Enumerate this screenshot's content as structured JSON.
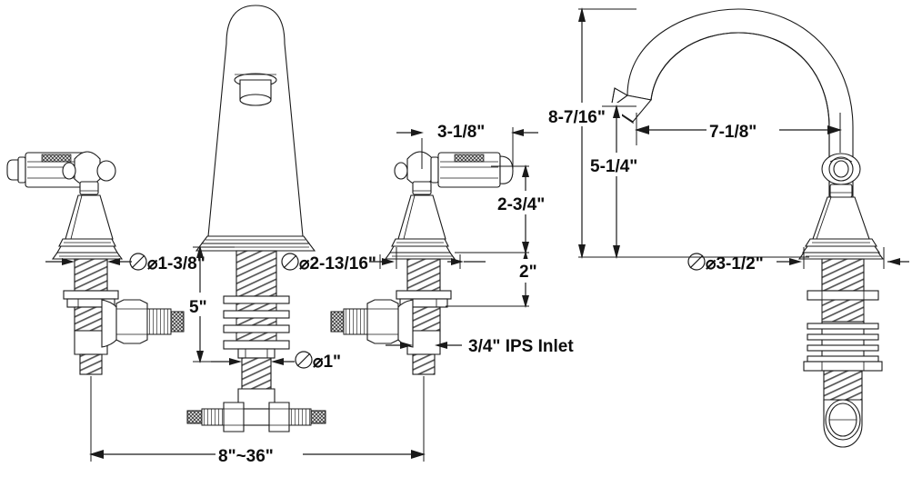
{
  "drawing": {
    "title": "Widespread Roman Tub Faucet Dimensional Drawing",
    "type": "technical-line-drawing",
    "background_color": "#ffffff",
    "line_color": "#1a1a1a",
    "hatch_color": "#6f6f6f"
  },
  "dimensions": {
    "handle_shank_diameter": "⌀1-3/8\"",
    "spout_shank_diameter": "⌀2-13/16\"",
    "spout_base_diameter": "⌀3-1/2\"",
    "center_shank_lower_diameter": "⌀1\"",
    "handle_offset_horizontal": "3-1/8\"",
    "handle_height_upper": "2-3/4\"",
    "handle_height_lower": "2\"",
    "center_shank_length": "5\"",
    "spout_overall_height": "8-7/16\"",
    "spout_outlet_height": "5-1/4\"",
    "spout_reach": "7-1/8\"",
    "inlet_label": "3/4\" IPS Inlet",
    "spread_range": "8\"~36\""
  },
  "components": {
    "left_handle": "left-cross-handle-valve",
    "center_spout": "center-spout-front-view",
    "right_handle": "right-cross-handle-valve",
    "side_spout": "spout-side-view",
    "tee_fitting": "center-tee-supply-fitting"
  }
}
